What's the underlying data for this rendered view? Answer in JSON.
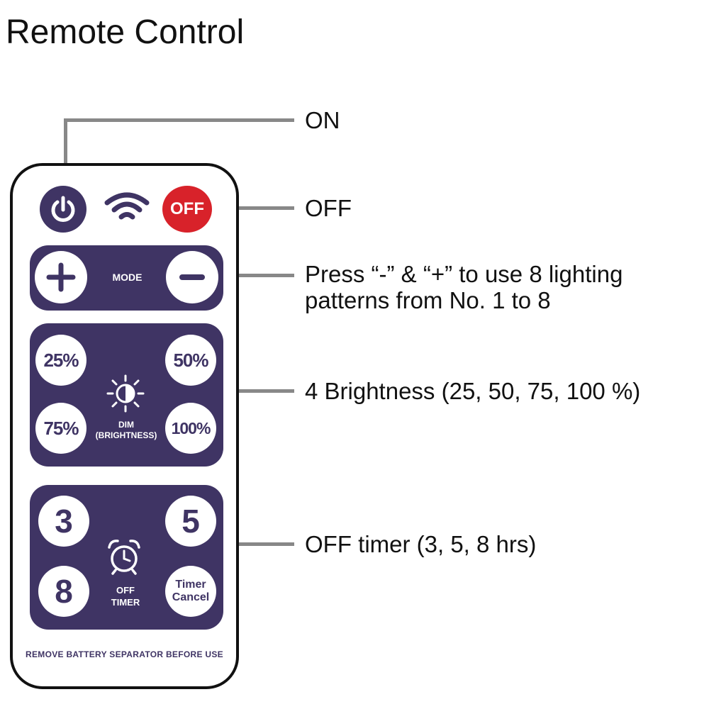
{
  "title": "Remote Control",
  "remote": {
    "off_label": "OFF",
    "mode_label": "MODE",
    "dim_label_1": "DIM",
    "dim_label_2": "(BRIGHTNESS)",
    "brightness_buttons": [
      "25%",
      "50%",
      "75%",
      "100%"
    ],
    "timer_buttons": [
      "3",
      "5",
      "8"
    ],
    "timer_cancel_1": "Timer",
    "timer_cancel_2": "Cancel",
    "off_timer_1": "OFF",
    "off_timer_2": "TIMER",
    "footer": "REMOVE BATTERY SEPARATOR BEFORE USE"
  },
  "callouts": {
    "on": "ON",
    "off": "OFF",
    "mode_1": "Press “-” & “+” to use 8 lighting",
    "mode_2": "patterns from No. 1 to 8",
    "brightness": "4 Brightness (25, 50, 75, 100 %)",
    "timer": "OFF timer (3, 5, 8 hrs)"
  },
  "colors": {
    "panel": "#3f3464",
    "off_button": "#d8222a",
    "leader_line": "#888888"
  },
  "icons": [
    "power-icon",
    "wifi-icon",
    "plus-icon",
    "minus-icon",
    "brightness-icon",
    "alarm-clock-icon"
  ]
}
